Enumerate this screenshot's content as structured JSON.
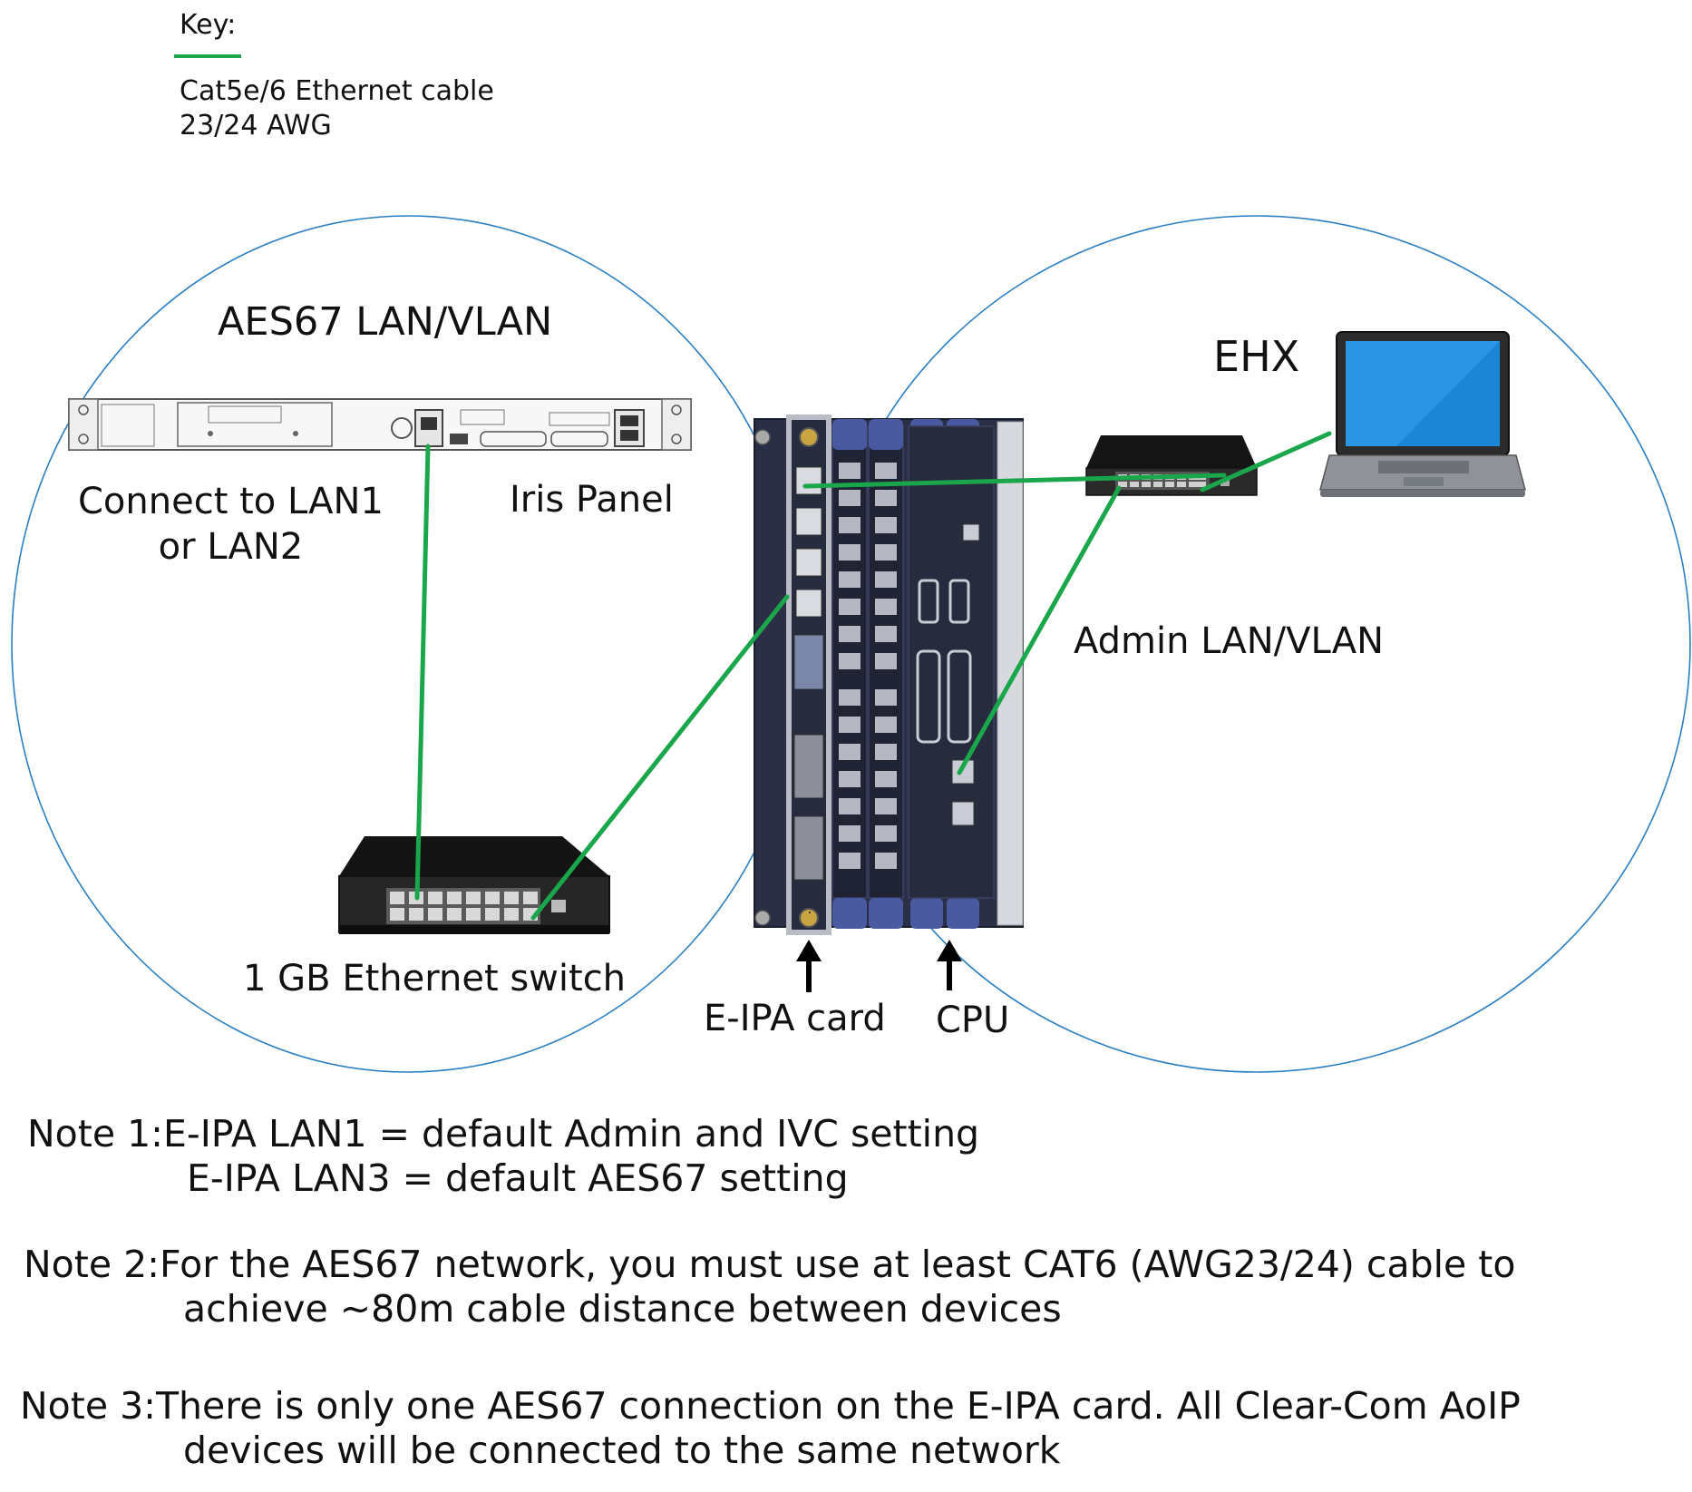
{
  "key": {
    "title": "Key:",
    "line_color": "#1aa64a",
    "description_line1": "Cat5e/6 Ethernet cable",
    "description_line2": "23/24 AWG"
  },
  "colors": {
    "cable": "#1aa64a",
    "zone_circle": "#2a7fc4",
    "frame_body": "#2a2f45",
    "switch_body": "#1c1c1c",
    "laptop_screen": "#1b86d6"
  },
  "zones": {
    "aes67": "AES67 LAN/VLAN",
    "admin": "Admin LAN/VLAN"
  },
  "labels": {
    "ehx": "EHX",
    "connect_line1": "Connect to LAN1",
    "connect_line2": "or LAN2",
    "iris_panel": "Iris Panel",
    "switch": "1 GB Ethernet switch",
    "eipa_card": "E-IPA card",
    "cpu": "CPU"
  },
  "notes": [
    {
      "head": "Note 1: ",
      "line1": "E-IPA LAN1 = default Admin and IVC setting",
      "line2": "E-IPA LAN3 = default AES67 setting"
    },
    {
      "head": "Note 2: ",
      "line1": "For the AES67 network, you must use at least CAT6 (AWG23/24) cable to",
      "line2": "achieve ~80m cable distance between devices"
    },
    {
      "head": "Note 3: ",
      "line1": "There is only one AES67 connection on the E-IPA card. All Clear-Com AoIP",
      "line2": "devices will be connected to the same network"
    }
  ]
}
